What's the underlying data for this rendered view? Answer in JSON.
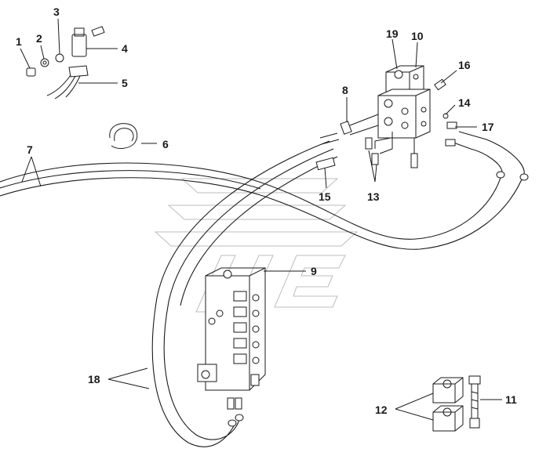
{
  "callouts": {
    "c1": "1",
    "c2": "2",
    "c3": "3",
    "c4": "4",
    "c5": "5",
    "c6": "6",
    "c7": "7",
    "c8": "8",
    "c9": "9",
    "c10": "10",
    "c11": "11",
    "c12": "12",
    "c13": "13",
    "c14": "14",
    "c15": "15",
    "c16": "16",
    "c17": "17",
    "c18": "18",
    "c19": "19"
  },
  "colors": {
    "line": "#1a1a1a",
    "watermark": "#bdbdbd",
    "background": "#ffffff"
  }
}
